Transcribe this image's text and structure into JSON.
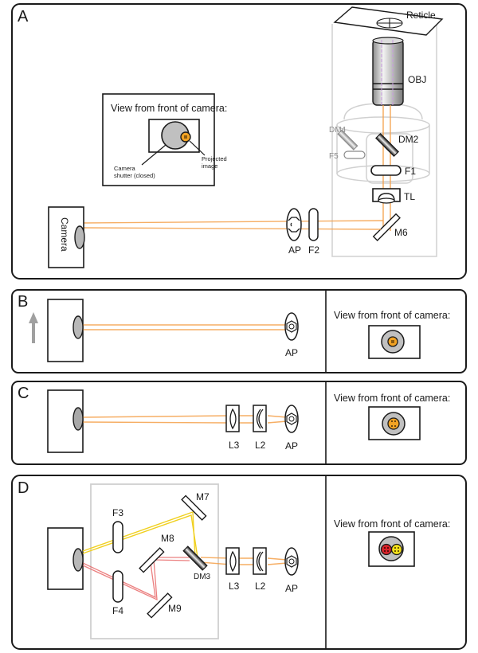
{
  "colors": {
    "beam_orange": "#f5a04a",
    "beam_yellow": "#f0d020",
    "beam_red": "#e86a6a",
    "shutter_grey": "#c0c0c0",
    "spot_orange": "#f2a324",
    "spot_red": "#d8232a",
    "spot_yellow": "#f5e11a",
    "frame_grey": "#c8c8c8",
    "outline": "#1a1a1a"
  },
  "panels": {
    "A": {
      "letter": "A",
      "inset": {
        "title": "View from front of camera:",
        "label_shutter_line1": "Camera",
        "label_shutter_line2": "shutter (closed)",
        "label_image_line1": "Projected",
        "label_image_line2": "image"
      },
      "components": {
        "reticle": "Reticle",
        "objective": "OBJ",
        "dm4": "DM4",
        "dm2": "DM2",
        "f5": "F5",
        "f1": "F1",
        "tl": "TL",
        "m6": "M6",
        "camera": "Camera",
        "ap": "AP",
        "f2": "F2"
      }
    },
    "B": {
      "letter": "B",
      "components": {
        "ap": "AP"
      },
      "view_title": "View from front of camera:"
    },
    "C": {
      "letter": "C",
      "components": {
        "l3": "L3",
        "l2": "L2",
        "ap": "AP"
      },
      "view_title": "View from front of camera:"
    },
    "D": {
      "letter": "D",
      "components": {
        "f3": "F3",
        "f4": "F4",
        "m7": "M7",
        "m8": "M8",
        "m9": "M9",
        "dm3": "DM3",
        "l3": "L3",
        "l2": "L2",
        "ap": "AP"
      },
      "view_title": "View from front of camera:"
    }
  }
}
